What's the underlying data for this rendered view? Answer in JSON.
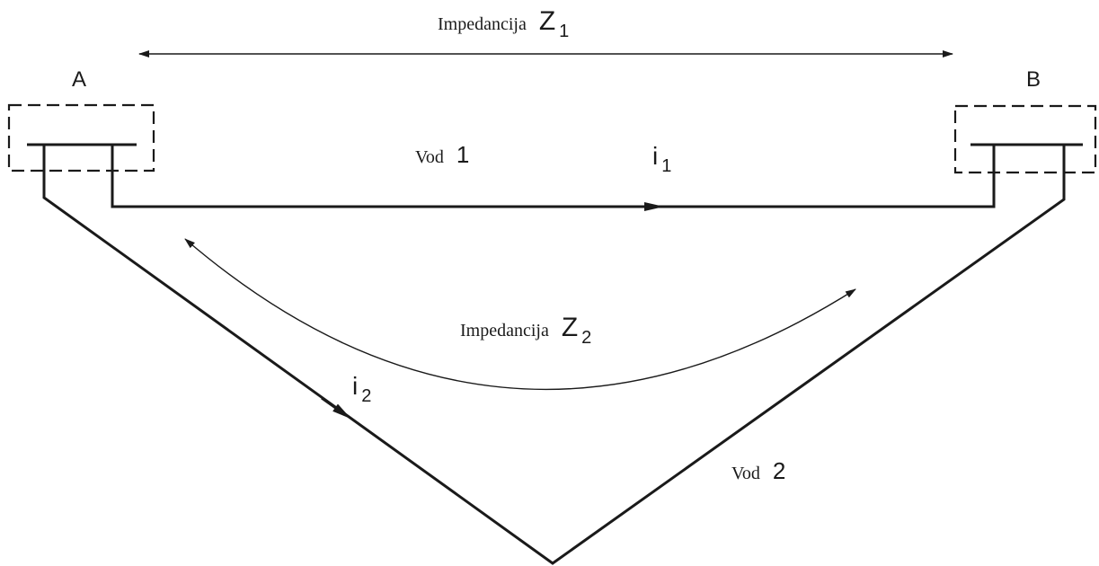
{
  "node_a": {
    "label": "A"
  },
  "node_b": {
    "label": "B"
  },
  "impedance_1": {
    "word": "Impedancija",
    "symbol": "Z",
    "subscript": "1"
  },
  "impedance_2": {
    "word": "Impedancija",
    "symbol": "Z",
    "subscript": "2"
  },
  "line_1": {
    "word": "Vod",
    "number": "1"
  },
  "line_2": {
    "word": "Vod",
    "number": "2"
  },
  "current_1": {
    "symbol": "i",
    "subscript": "1"
  },
  "current_2": {
    "symbol": "i",
    "subscript": "2"
  },
  "colors": {
    "stroke": "#1a1a1a",
    "background": "#ffffff"
  }
}
